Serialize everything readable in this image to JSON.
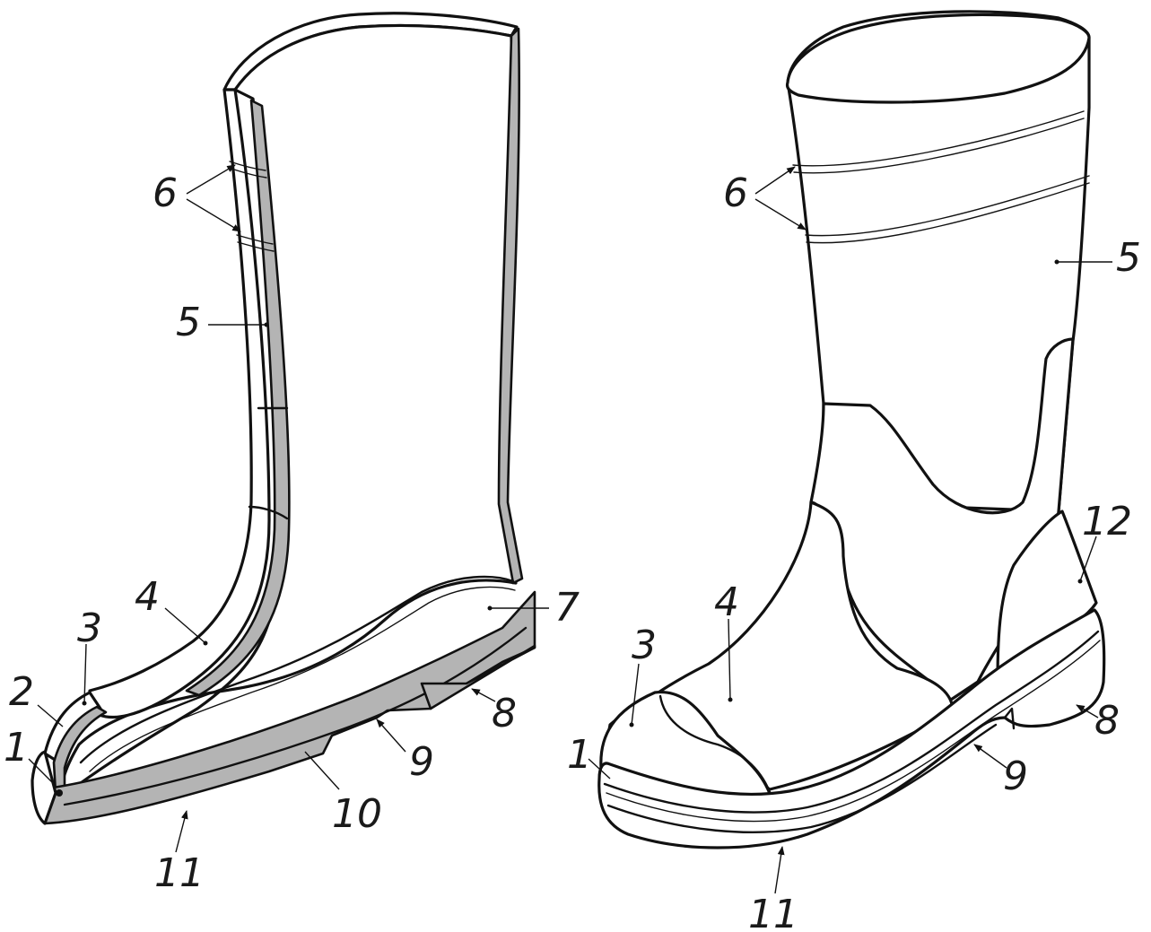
{
  "labels": {
    "left_1": "1",
    "left_2": "2",
    "left_3": "3",
    "left_4": "4",
    "left_5": "5",
    "left_6": "6",
    "left_7": "7",
    "left_8": "8",
    "left_9": "9",
    "left_10": "10",
    "left_11": "11",
    "right_1": "1",
    "right_3": "3",
    "right_4": "4",
    "right_5": "5",
    "right_6": "6",
    "right_8": "8",
    "right_9": "9",
    "right_11": "11",
    "right_12": "12"
  },
  "colors": {
    "line": "#111111",
    "section_fill": "#b4b4b4",
    "background": "#ffffff"
  }
}
